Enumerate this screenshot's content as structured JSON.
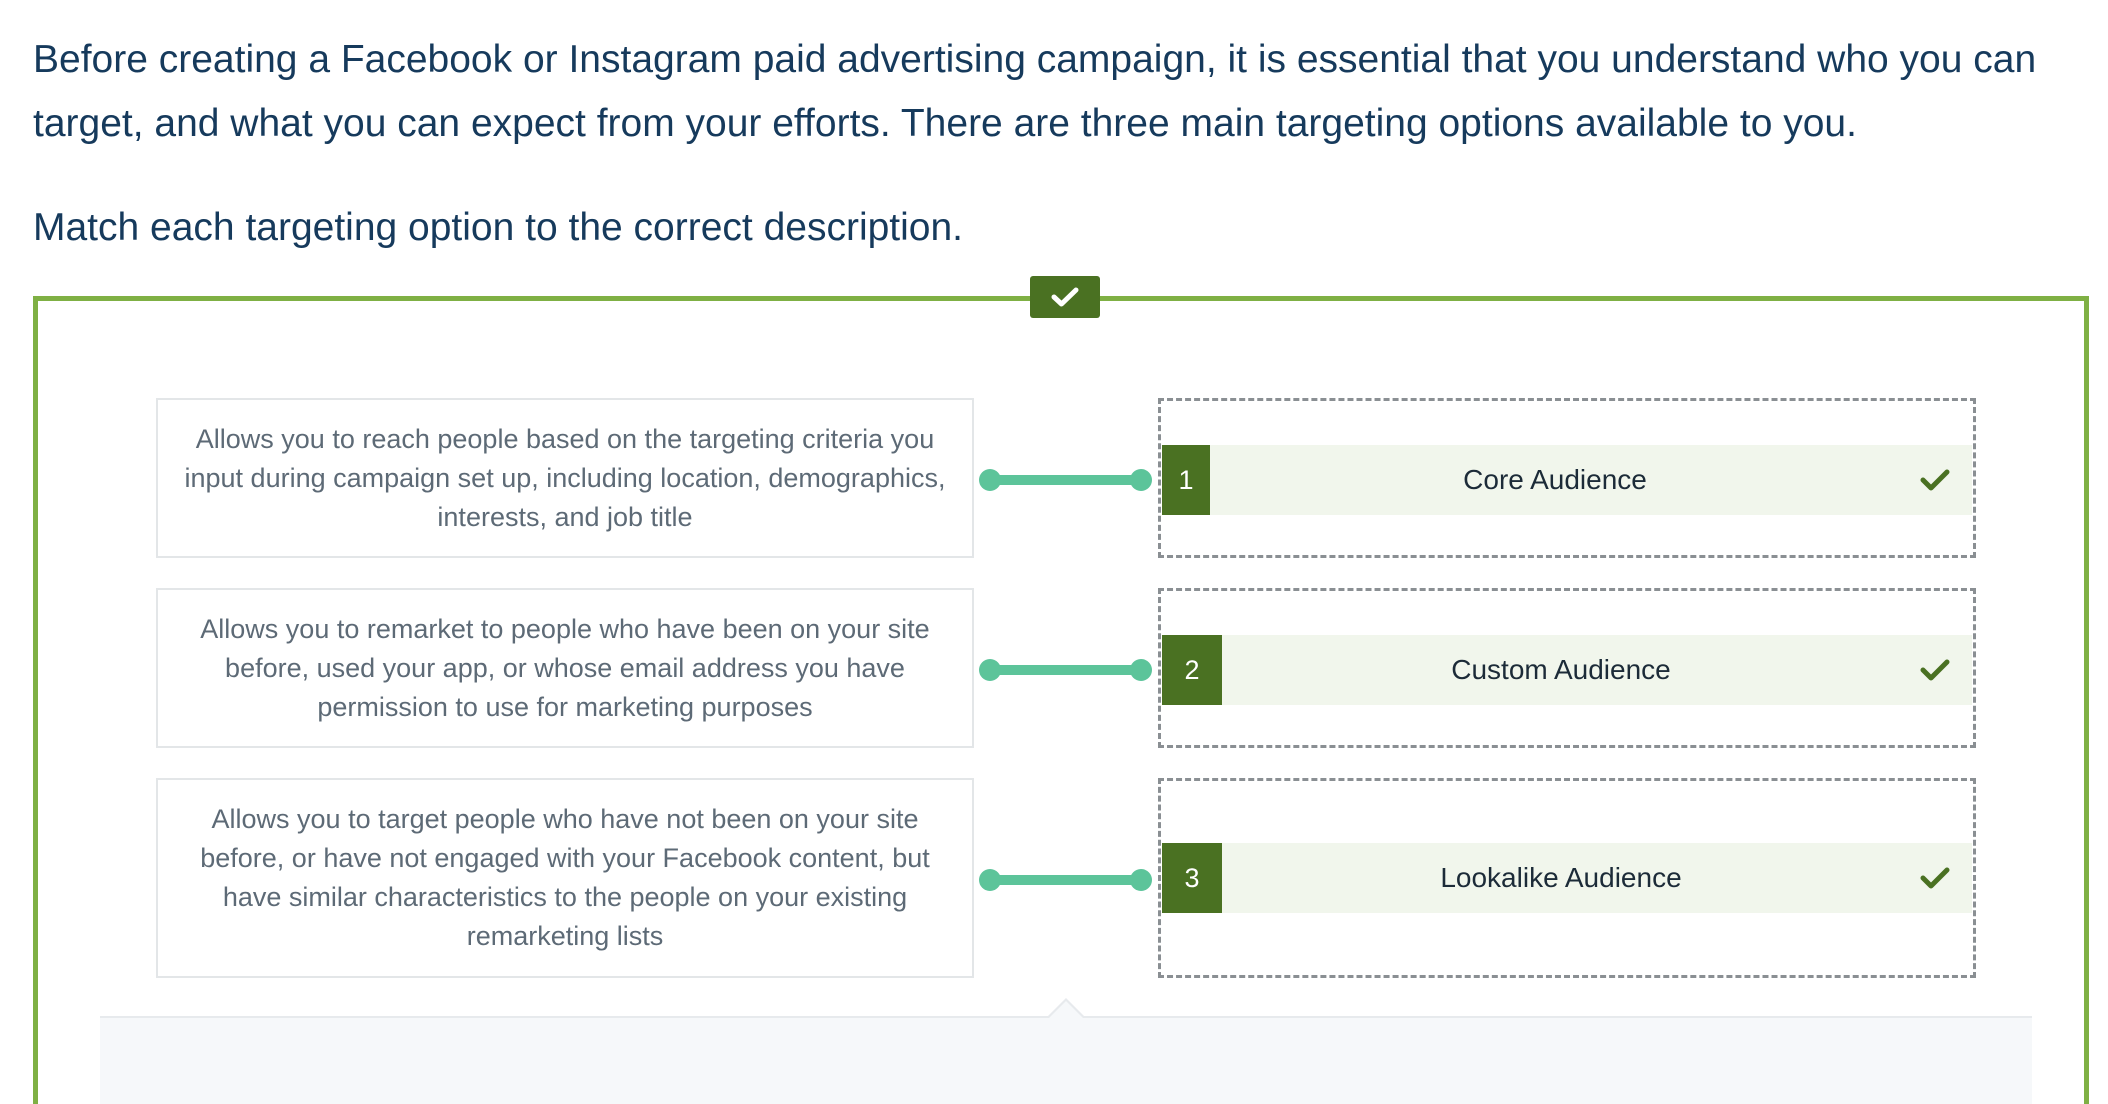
{
  "intro": {
    "text": "Before creating a Facebook or Instagram paid advertising campaign, it is essential that you understand who you can target, and what you can expect from your efforts. There are three main targeting options available to you."
  },
  "instruction": {
    "text": "Match each targeting option to the correct description."
  },
  "status": {
    "icon": "check-icon",
    "state": "correct"
  },
  "pairs": [
    {
      "description": "Allows you to reach people based on the targeting criteria you input during campaign set up, including location, demographics, interests, and job title",
      "number": "1",
      "answer": "Core Audience",
      "result_icon": "check-icon"
    },
    {
      "description": "Allows you to remarket to people who have been on your site before, used your app, or whose email address you have permission to use for marketing purposes",
      "number": "2",
      "answer": "Custom Audience",
      "result_icon": "check-icon"
    },
    {
      "description": "Allows you to target people who have not been on your site before, or have not engaged with your Facebook content, but have similar characteristics to the people on your existing remarketing lists",
      "number": "3",
      "answer": "Lookalike Audience",
      "result_icon": "check-icon"
    }
  ],
  "colors": {
    "frame_border": "#7fb044",
    "badge": "#4a7122",
    "connector": "#5cc49a",
    "answer_bg": "#f1f6ec",
    "text_heading": "#163a5c"
  }
}
